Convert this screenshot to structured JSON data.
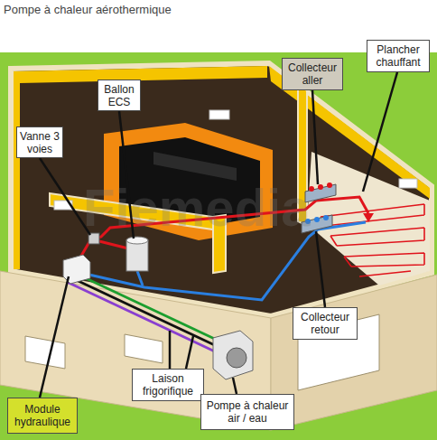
{
  "diagram": {
    "title": "Pompe à chaleur aérothermique",
    "nodes": [
      {
        "text": [
          "Plancher chauffant"
        ]
      },
      {
        "text": [
          "Collecteur aller"
        ]
      },
      {
        "text": [
          "Ballon ECS"
        ]
      },
      {
        "text": [
          "Vanne 3 voies"
        ]
      },
      {
        "text": [
          "Collecteur retour"
        ]
      },
      {
        "text": [
          "Laison frigorifique"
        ]
      },
      {
        "text": [
          "Module hydraulique"
        ]
      },
      {
        "text": [
          "Pompe à chaleur air / eau"
        ]
      }
    ],
    "labels": [
      "Fiemedia"
    ]
  }
}
